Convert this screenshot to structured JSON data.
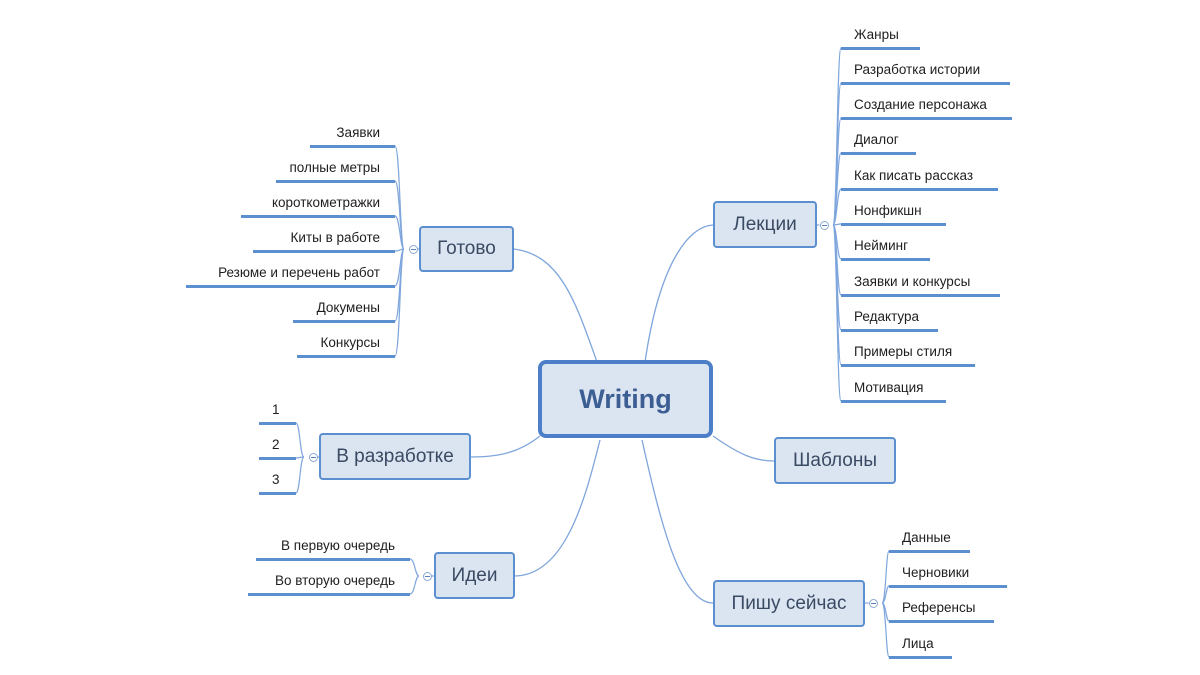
{
  "central": {
    "label": "Writing"
  },
  "branches": {
    "gotovo": {
      "label": "Готово",
      "children": [
        "Заявки",
        "полные метры",
        "короткометражки",
        "Киты в работе",
        "Резюме и перечень работ",
        "Докумены",
        "Конкурсы"
      ]
    },
    "v_razrabotke": {
      "label": "В разработке",
      "children": [
        "1",
        "2",
        "3"
      ]
    },
    "idei": {
      "label": "Идеи",
      "children": [
        "В первую очередь",
        "Во вторую очередь"
      ]
    },
    "lekcii": {
      "label": "Лекции",
      "children": [
        "Жанры",
        "Разработка истории",
        "Создание персонажа",
        "Диалог",
        "Как писать рассказ",
        "Нонфикшн",
        "Нейминг",
        "Заявки и конкурсы",
        "Редактура",
        "Примеры стиля",
        "Мотивация"
      ]
    },
    "shablony": {
      "label": "Шаблоны",
      "children": []
    },
    "pishu_seichas": {
      "label": "Пишу сейчас",
      "children": [
        "Данные",
        "Черновики",
        "Референсы",
        "Лица"
      ]
    }
  },
  "colors": {
    "node_fill": "#dbe5f1",
    "node_border": "#5b8fd0",
    "connector": "#7fa6dc",
    "text": "#3a4a63"
  }
}
